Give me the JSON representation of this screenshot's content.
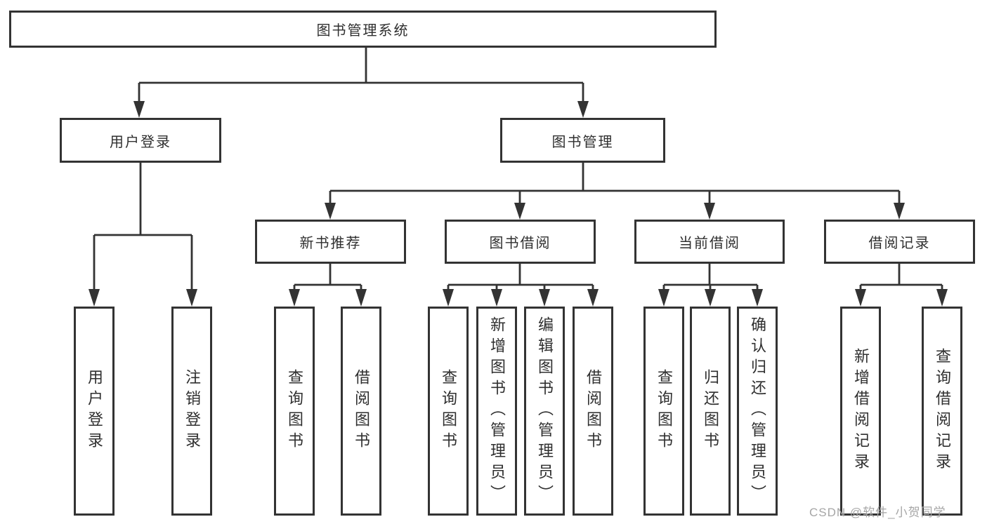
{
  "tree": {
    "label": "图书管理系统",
    "children": [
      {
        "label": "用户登录",
        "children": [
          {
            "label": "用户登录"
          },
          {
            "label": "注销登录"
          }
        ]
      },
      {
        "label": "图书管理",
        "children": [
          {
            "label": "新书推荐",
            "children": [
              {
                "label": "查询图书"
              },
              {
                "label": "借阅图书"
              }
            ]
          },
          {
            "label": "图书借阅",
            "children": [
              {
                "label": "查询图书"
              },
              {
                "label": "新增图书（管理员）"
              },
              {
                "label": "编辑图书（管理员）"
              },
              {
                "label": "借阅图书"
              }
            ]
          },
          {
            "label": "当前借阅",
            "children": [
              {
                "label": "查询图书"
              },
              {
                "label": "归还图书"
              },
              {
                "label": "确认归还（管理员）"
              }
            ]
          },
          {
            "label": "借阅记录",
            "children": [
              {
                "label": "新增借阅记录"
              },
              {
                "label": "查询借阅记录"
              }
            ]
          }
        ]
      }
    ]
  },
  "watermark": "CSDN @软件_小贺同学",
  "colors": {
    "line": "#333333",
    "text": "#2f2f2f",
    "watermark": "#a6a6a6",
    "background": "#ffffff"
  }
}
